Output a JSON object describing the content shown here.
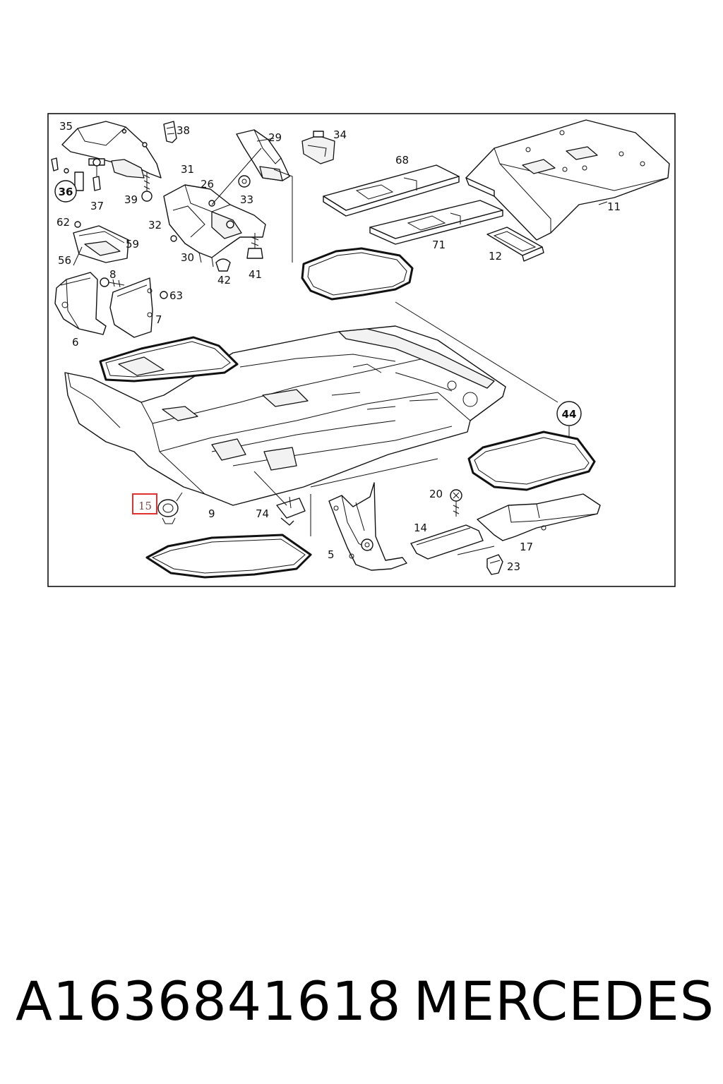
{
  "caption": {
    "part_number": "A1636841618",
    "brand": "MERCEDES"
  },
  "highlight_color": "#e03030",
  "callouts": [
    {
      "id": "35",
      "text": "35",
      "circled": false,
      "highlighted": false
    },
    {
      "id": "38",
      "text": "38",
      "circled": false,
      "highlighted": false
    },
    {
      "id": "29",
      "text": "29",
      "circled": false,
      "highlighted": false
    },
    {
      "id": "34",
      "text": "34",
      "circled": false,
      "highlighted": false
    },
    {
      "id": "31",
      "text": "31",
      "circled": false,
      "highlighted": false
    },
    {
      "id": "26",
      "text": "26",
      "circled": false,
      "highlighted": false
    },
    {
      "id": "36",
      "text": "36",
      "circled": true,
      "highlighted": false
    },
    {
      "id": "37",
      "text": "37",
      "circled": false,
      "highlighted": false
    },
    {
      "id": "39",
      "text": "39",
      "circled": false,
      "highlighted": false
    },
    {
      "id": "33",
      "text": "33",
      "circled": false,
      "highlighted": false
    },
    {
      "id": "68",
      "text": "68",
      "circled": false,
      "highlighted": false
    },
    {
      "id": "11",
      "text": "11",
      "circled": false,
      "highlighted": false
    },
    {
      "id": "32",
      "text": "32",
      "circled": false,
      "highlighted": false
    },
    {
      "id": "62",
      "text": "62",
      "circled": false,
      "highlighted": false
    },
    {
      "id": "59",
      "text": "59",
      "circled": false,
      "highlighted": false
    },
    {
      "id": "56",
      "text": "56",
      "circled": false,
      "highlighted": false
    },
    {
      "id": "30",
      "text": "30",
      "circled": false,
      "highlighted": false
    },
    {
      "id": "71",
      "text": "71",
      "circled": false,
      "highlighted": false
    },
    {
      "id": "12",
      "text": "12",
      "circled": false,
      "highlighted": false
    },
    {
      "id": "42",
      "text": "42",
      "circled": false,
      "highlighted": false
    },
    {
      "id": "41",
      "text": "41",
      "circled": false,
      "highlighted": false
    },
    {
      "id": "8",
      "text": "8",
      "circled": false,
      "highlighted": false
    },
    {
      "id": "63",
      "text": "63",
      "circled": false,
      "highlighted": false
    },
    {
      "id": "7",
      "text": "7",
      "circled": false,
      "highlighted": false
    },
    {
      "id": "6",
      "text": "6",
      "circled": false,
      "highlighted": false
    },
    {
      "id": "44",
      "text": "44",
      "circled": true,
      "highlighted": false
    },
    {
      "id": "20",
      "text": "20",
      "circled": false,
      "highlighted": false
    },
    {
      "id": "15",
      "text": "15",
      "circled": false,
      "highlighted": true
    },
    {
      "id": "9",
      "text": "9",
      "circled": false,
      "highlighted": false
    },
    {
      "id": "74",
      "text": "74",
      "circled": false,
      "highlighted": false
    },
    {
      "id": "14",
      "text": "14",
      "circled": false,
      "highlighted": false
    },
    {
      "id": "17",
      "text": "17",
      "circled": false,
      "highlighted": false
    },
    {
      "id": "5",
      "text": "5",
      "circled": false,
      "highlighted": false
    },
    {
      "id": "23",
      "text": "23",
      "circled": false,
      "highlighted": false
    }
  ]
}
